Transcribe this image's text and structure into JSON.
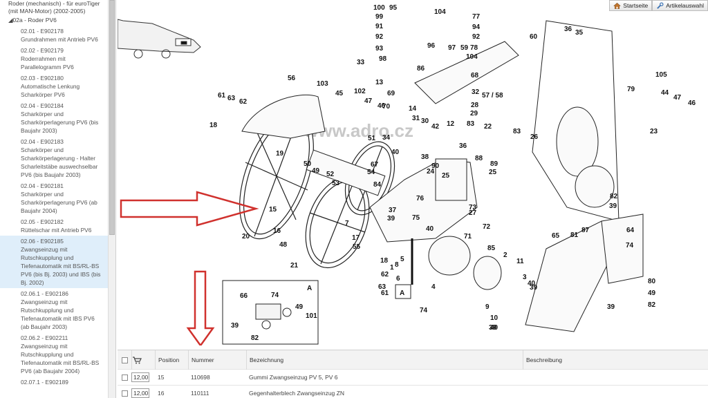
{
  "toolbar": {
    "home_label": "Startseite",
    "article_label": "Artikelauswahl"
  },
  "sidebar": {
    "parent_label": "Roder (mechanisch) - für euroTiger",
    "parent_label_2": "(mit MAN-Motor) (2002-2005)",
    "sub_label": "02a - Roder PV6",
    "items": [
      {
        "code": "02.01 - E902178",
        "title": "Grundrahmen mit Antrieb PV6"
      },
      {
        "code": "02.02 - E902179",
        "title": "Roderrahmen mit Parallelogramm PV6"
      },
      {
        "code": "02.03 - E902180",
        "title": "Automatische Lenkung Scharkörper PV6"
      },
      {
        "code": "02.04 - E902184",
        "title": "Scharkörper und Scharkörperlagerung PV6 (bis Baujahr 2003)"
      },
      {
        "code": "02.04 - E902183",
        "title": "Scharkörper und Scharkörperlagerung - Halter Scharleitstäbe auswechselbar PV6 (bis Baujahr 2003)"
      },
      {
        "code": "02.04 - E902181",
        "title": "Scharkörper und Scharkörperlagerung PV6 (ab Baujahr 2004)"
      },
      {
        "code": "02.05 - E902182",
        "title": "Rüttelschar mit Antrieb PV6"
      },
      {
        "code": "02.06 - E902185",
        "title": "Zwangseinzug mit Rutschkupplung und Tiefenautomatik mit BS/RL-BS PV6 (bis Bj. 2003) und IBS (bis Bj. 2002)"
      },
      {
        "code": "02.06.1 - E902186",
        "title": "Zwangseinzug mit Rutschkupplung und Tiefenautomatik mit IBS PV6 (ab Baujahr 2003)"
      },
      {
        "code": "02.06.2 - E902211",
        "title": "Zwangseinzug mit Rutschkupplung und Tiefenautomatik mit BS/RL-BS PV6 (ab Baujahr 2004)"
      },
      {
        "code": "02.07.1 - E902189",
        "title": ""
      }
    ]
  },
  "diagram": {
    "watermark": "www.adro.cz",
    "labels": [
      "100",
      "95",
      "104",
      "99",
      "77",
      "94",
      "91",
      "92",
      "92",
      "60",
      "93",
      "96",
      "97",
      "59",
      "78",
      "104",
      "98",
      "33",
      "86",
      "68",
      "36",
      "35",
      "13",
      "69",
      "57 / 58",
      "32",
      "56",
      "103",
      "45",
      "102",
      "47",
      "46",
      "61",
      "63",
      "62",
      "70",
      "14",
      "28",
      "29",
      "79",
      "105",
      "44",
      "47",
      "46",
      "18",
      "31",
      "30",
      "42",
      "12",
      "83",
      "22",
      "83",
      "26",
      "23",
      "51",
      "34",
      "36",
      "19",
      "40",
      "38",
      "88",
      "89",
      "25",
      "50",
      "49",
      "52",
      "53",
      "67",
      "54",
      "90",
      "24",
      "25",
      "84",
      "76",
      "73",
      "15",
      "16",
      "48",
      "20",
      "21",
      "17",
      "7",
      "55",
      "37",
      "39",
      "75",
      "27",
      "71",
      "72",
      "40",
      "82",
      "39",
      "87",
      "64",
      "74",
      "65",
      "81",
      "85",
      "2",
      "11",
      "3",
      "40",
      "39",
      "18",
      "8",
      "1",
      "62",
      "63",
      "61",
      "5",
      "6",
      "4",
      "9",
      "10",
      "40",
      "39",
      "80",
      "49",
      "82",
      "39",
      "74",
      "66",
      "74",
      "49",
      "39",
      "101",
      "82",
      "39"
    ],
    "inset_title": "A",
    "callout_label": "A"
  },
  "table": {
    "headers": {
      "position": "Position",
      "number": "Nummer",
      "designation": "Bezeichnung",
      "description": "Beschreibung"
    },
    "rows": [
      {
        "qty": "12,00",
        "position": "15",
        "number": "110698",
        "designation": "Gummi Zwangseinzug PV 5, PV 6",
        "description": ""
      },
      {
        "qty": "12,00",
        "position": "16",
        "number": "110111",
        "designation": "Gegenhalterblech Zwangseinzug ZN",
        "description": ""
      }
    ]
  },
  "colors": {
    "arrow": "#d0312d",
    "selected": "#dfeefa",
    "watermark": "#c8c8c8"
  }
}
